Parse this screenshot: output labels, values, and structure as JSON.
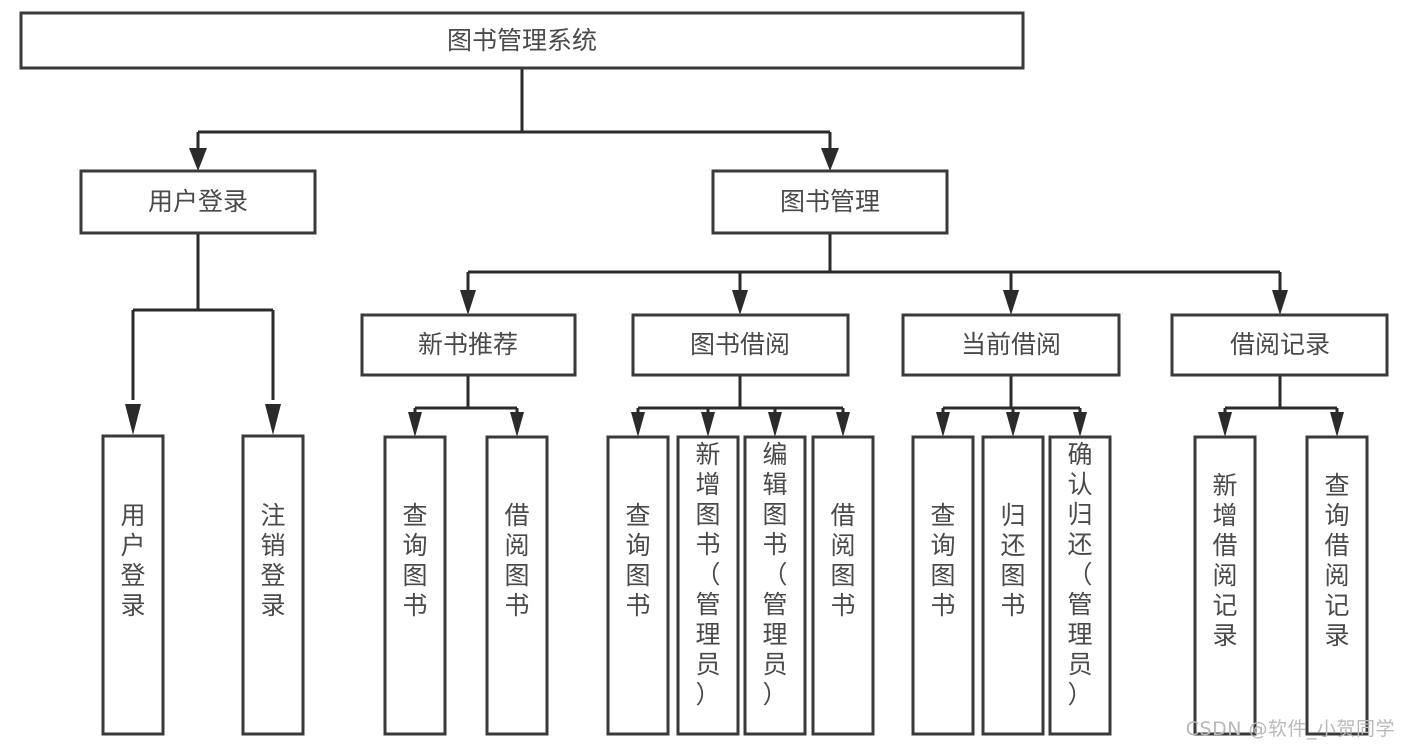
{
  "diagram": {
    "title": "图书管理系统",
    "type": "tree-hierarchy-functional-structure",
    "colors": {
      "box_fill": "#ffffff",
      "box_stroke": "#3a3a3a",
      "edge": "#2b2b2b",
      "text": "#4a4a4a",
      "watermark": "#b9b9b9",
      "background": "#ffffff"
    },
    "root": {
      "id": "root",
      "label": "图书管理系统"
    },
    "level2": [
      {
        "id": "login",
        "label": "用户登录"
      },
      {
        "id": "bookmgmt",
        "label": "图书管理"
      }
    ],
    "level3": [
      {
        "id": "newbook",
        "label": "新书推荐",
        "parent": "bookmgmt"
      },
      {
        "id": "borrow",
        "label": "图书借阅",
        "parent": "bookmgmt"
      },
      {
        "id": "current",
        "label": "当前借阅",
        "parent": "bookmgmt"
      },
      {
        "id": "record",
        "label": "借阅记录",
        "parent": "bookmgmt"
      }
    ],
    "leaves": [
      {
        "id": "leaf-1",
        "label": "用户登录",
        "parent": "login"
      },
      {
        "id": "leaf-2",
        "label": "注销登录",
        "parent": "login"
      },
      {
        "id": "leaf-3",
        "label": "查询图书",
        "parent": "newbook"
      },
      {
        "id": "leaf-4",
        "label": "借阅图书",
        "parent": "newbook"
      },
      {
        "id": "leaf-5",
        "label": "查询图书",
        "parent": "borrow"
      },
      {
        "id": "leaf-6",
        "label": "新增图书（管理员）",
        "parent": "borrow"
      },
      {
        "id": "leaf-7",
        "label": "编辑图书（管理员）",
        "parent": "borrow"
      },
      {
        "id": "leaf-8",
        "label": "借阅图书",
        "parent": "borrow"
      },
      {
        "id": "leaf-9",
        "label": "查询图书",
        "parent": "current"
      },
      {
        "id": "leaf-10",
        "label": "归还图书",
        "parent": "current"
      },
      {
        "id": "leaf-11",
        "label": "确认归还（管理员）",
        "parent": "current"
      },
      {
        "id": "leaf-12",
        "label": "新增借阅记录",
        "parent": "record"
      },
      {
        "id": "leaf-13",
        "label": "查询借阅记录",
        "parent": "record"
      }
    ]
  },
  "watermark": {
    "text": "CSDN @软件_小贺同学"
  }
}
